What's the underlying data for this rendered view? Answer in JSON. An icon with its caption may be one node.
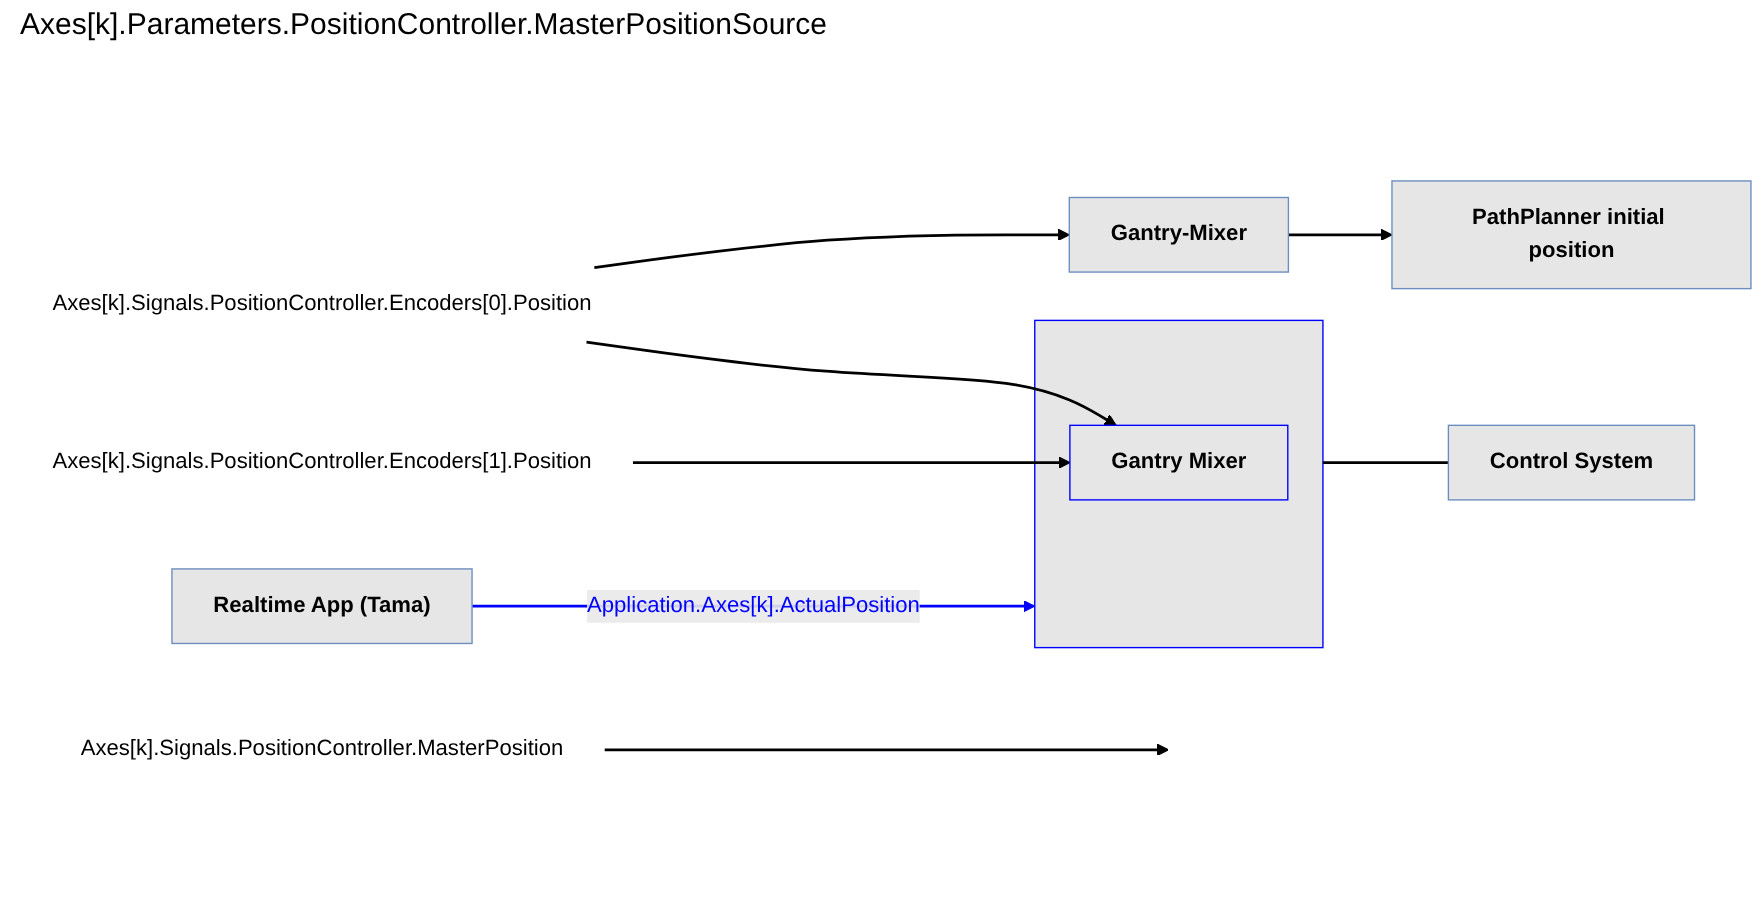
{
  "diagram": {
    "nodes": [
      {
        "text": [
          "PathPlanner initial position"
        ]
      },
      {
        "text": [
          "Gantry-Mixer"
        ]
      },
      {
        "text": [
          "Axes[k].Signals.PositionController.Encoders[0].Position"
        ]
      },
      {
        "text": [
          "Axes[k].Signals.PositionController.Encoders[1].Position"
        ]
      },
      {
        "text": [
          "Realtime App (Tama)"
        ]
      },
      {
        "text": [],
        "shape": "trapezoid"
      },
      {
        "text": [
          "Gantry Mixer"
        ],
        "in": 5
      },
      {
        "text": [
          "Axes[k].Signals.PositionController.MasterPosition"
        ]
      },
      {
        "text": [
          "Control System"
        ]
      }
    ],
    "edges": [
      {
        "from": 1,
        "to": 0,
        "arrow": "to"
      },
      {
        "from": 2,
        "to": 1,
        "arrow": "to"
      },
      {
        "from": 2,
        "to": 6,
        "arrow": "to"
      },
      {
        "from": 3,
        "to": 6,
        "arrow": "to"
      },
      {
        "from": 4,
        "to": 5,
        "arrow": "to",
        "label": "Application.Axes[k].ActualPosition",
        "color": "#0000ff"
      },
      {
        "from": 5,
        "to": 8,
        "arrow": "none"
      },
      {
        "from": 7,
        "to": null,
        "arrow": "to"
      }
    ],
    "labels": [
      "Axes[k].Parameters.PositionController.MasterPositionSource"
    ]
  }
}
